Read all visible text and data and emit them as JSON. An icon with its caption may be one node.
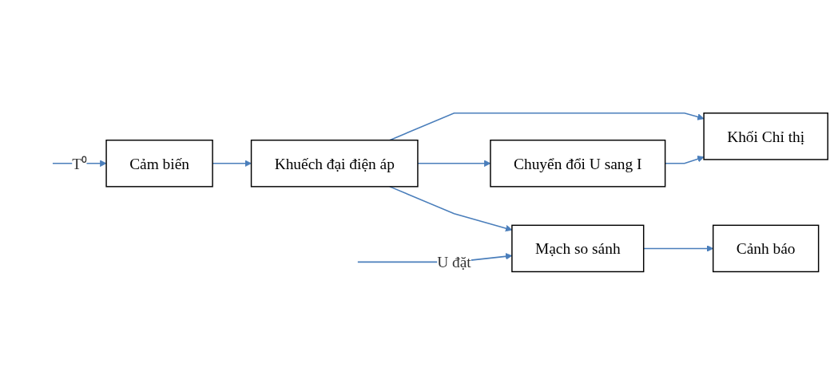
{
  "diagram": {
    "nodes": [
      {
        "text": [
          "Khối Chỉ thị"
        ]
      },
      {
        "text": [
          "Cảm biến"
        ]
      },
      {
        "text": [
          "Khuếch đại điện áp"
        ]
      },
      {
        "text": [
          "Chuyển đổi U sang I"
        ]
      },
      {
        "text": [
          "Mạch so sánh"
        ]
      },
      {
        "text": [
          "Cảnh báo"
        ]
      }
    ],
    "edges": [
      {
        "from": null,
        "to": 1,
        "arrow": "to",
        "label": "T⁰"
      },
      {
        "from": 1,
        "to": 2,
        "arrow": "to"
      },
      {
        "from": 2,
        "to": 0,
        "arrow": "to"
      },
      {
        "from": 2,
        "to": 3,
        "arrow": "to"
      },
      {
        "from": 3,
        "to": 0,
        "arrow": "to"
      },
      {
        "from": 2,
        "to": 4,
        "arrow": "to"
      },
      {
        "from": null,
        "to": 4,
        "arrow": "to",
        "label": "U đặt"
      },
      {
        "from": 4,
        "to": 5,
        "arrow": "to"
      }
    ]
  }
}
